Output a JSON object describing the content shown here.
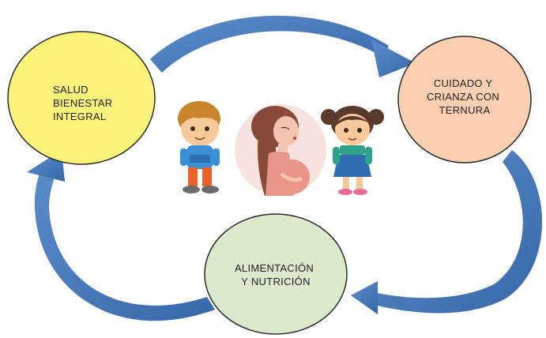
{
  "nodes": [
    {
      "id": "salud",
      "lines": [
        "SALUD",
        "BIENESTAR",
        "INTEGRAL"
      ],
      "color": "#fbf37a"
    },
    {
      "id": "cuidado",
      "lines": [
        "CUIDADO Y",
        "CRIANZA CON",
        "TERNURA"
      ],
      "color": "#fbcfb2"
    },
    {
      "id": "alimentacion",
      "lines": [
        "ALIMENTACIÓN",
        "Y NUTRICIÓN"
      ],
      "color": "#dbe9cd"
    }
  ],
  "colors": {
    "arrow": "#4a78b8",
    "arrow_dark": "#2f5d9c",
    "node_stroke": "#2b2b2b"
  },
  "illustration": {
    "figures": [
      "boy-figure",
      "pregnant-woman-figure",
      "girl-figure"
    ]
  }
}
